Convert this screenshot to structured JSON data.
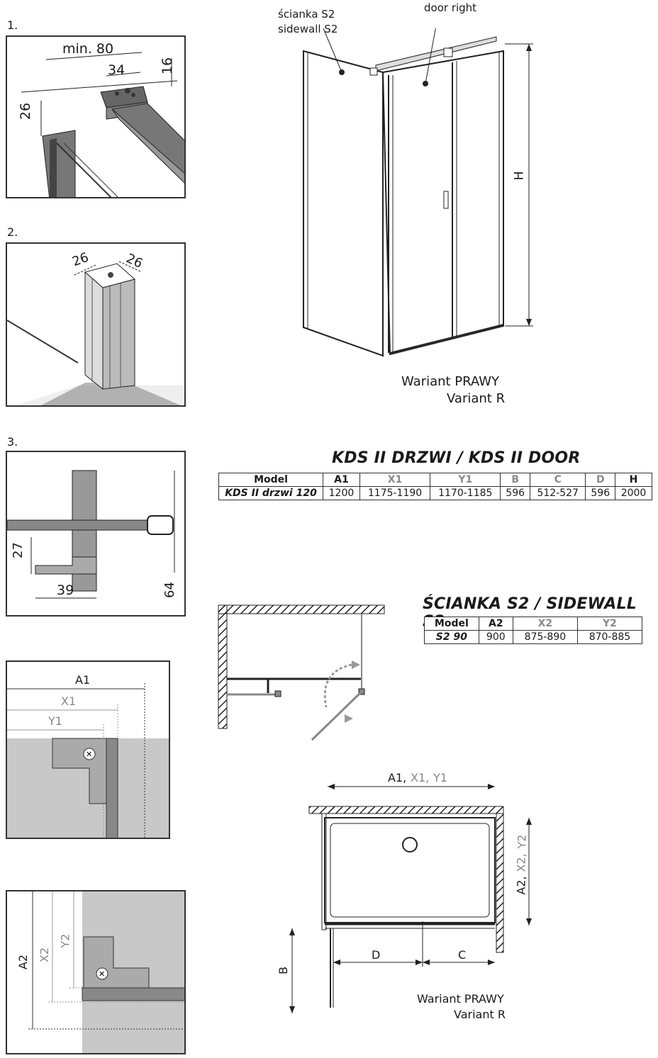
{
  "steps": {
    "s1": "1.",
    "s2": "2.",
    "s3": "3."
  },
  "detail1": {
    "min80": "min. 80",
    "d34": "34",
    "d16": "16",
    "d26": "26"
  },
  "detail2": {
    "d26a": "26",
    "d26b": "26"
  },
  "detail3": {
    "d27": "27",
    "d39": "39",
    "d64": "64"
  },
  "detail4": {
    "a1": "A1",
    "x1": "X1",
    "y1": "Y1"
  },
  "detail5": {
    "a2": "A2",
    "x2": "X2",
    "y2": "Y2"
  },
  "iso": {
    "sidewall_pl": "ścianka S2",
    "sidewall_en": "sidewall S2",
    "door_right": "door right",
    "h": "H",
    "variant_pl": "Wariant PRAWY",
    "variant_en": "Variant R"
  },
  "door_table": {
    "title": "KDS II DRZWI / KDS II DOOR",
    "headers": [
      "Model",
      "A1",
      "X1",
      "Y1",
      "B",
      "C",
      "D",
      "H"
    ],
    "row": [
      "KDS II drzwi 120",
      "1200",
      "1175-1190",
      "1170-1185",
      "596",
      "512-527",
      "596",
      "2000"
    ]
  },
  "sidewall_table": {
    "title": "ŚCIANKA S2 / SIDEWALL S2",
    "headers": [
      "Model",
      "A2",
      "X2",
      "Y2"
    ],
    "row": [
      "S2 90",
      "900",
      "875-890",
      "870-885"
    ]
  },
  "plan": {
    "top_a1": "A1, ",
    "top_x1": "X1, ",
    "top_y1": "Y1",
    "side_a2": "A2, ",
    "side_x2": "X2, ",
    "side_y2": "Y2",
    "b": "B",
    "d": "D",
    "c": "C",
    "variant_pl": "Wariant PRAWY",
    "variant_en": "Variant R"
  }
}
